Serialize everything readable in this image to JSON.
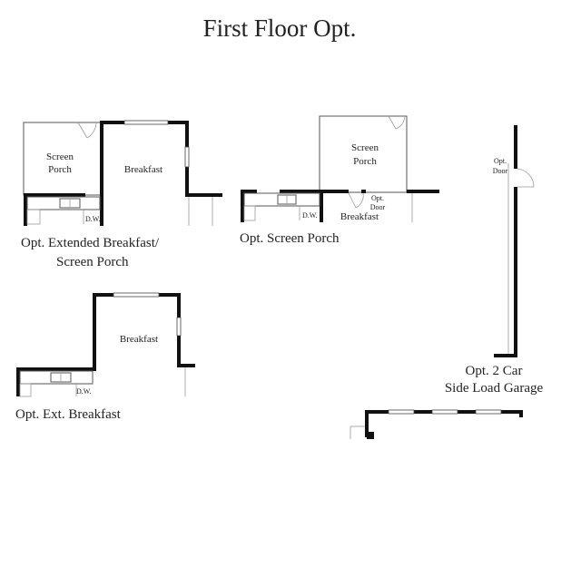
{
  "title": "First Floor Opt.",
  "extended_breakfast_screen_porch": {
    "caption_line1": "Opt. Extended Breakfast/",
    "caption_line2": "Screen Porch",
    "screen_porch_line1": "Screen",
    "screen_porch_line2": "Porch",
    "breakfast": "Breakfast",
    "dw": "D.W."
  },
  "screen_porch": {
    "caption": "Opt. Screen Porch",
    "screen_porch_line1": "Screen",
    "screen_porch_line2": "Porch",
    "breakfast": "Breakfast",
    "dw": "D.W.",
    "door_line1": "Opt.",
    "door_line2": "Door"
  },
  "ext_breakfast": {
    "caption": "Opt. Ext. Breakfast",
    "breakfast": "Breakfast",
    "dw": "D.W."
  },
  "garage": {
    "caption_line1": "Opt. 2 Car",
    "caption_line2": "Side Load Garage",
    "door_line1": "Opt.",
    "door_line2": "Door"
  }
}
